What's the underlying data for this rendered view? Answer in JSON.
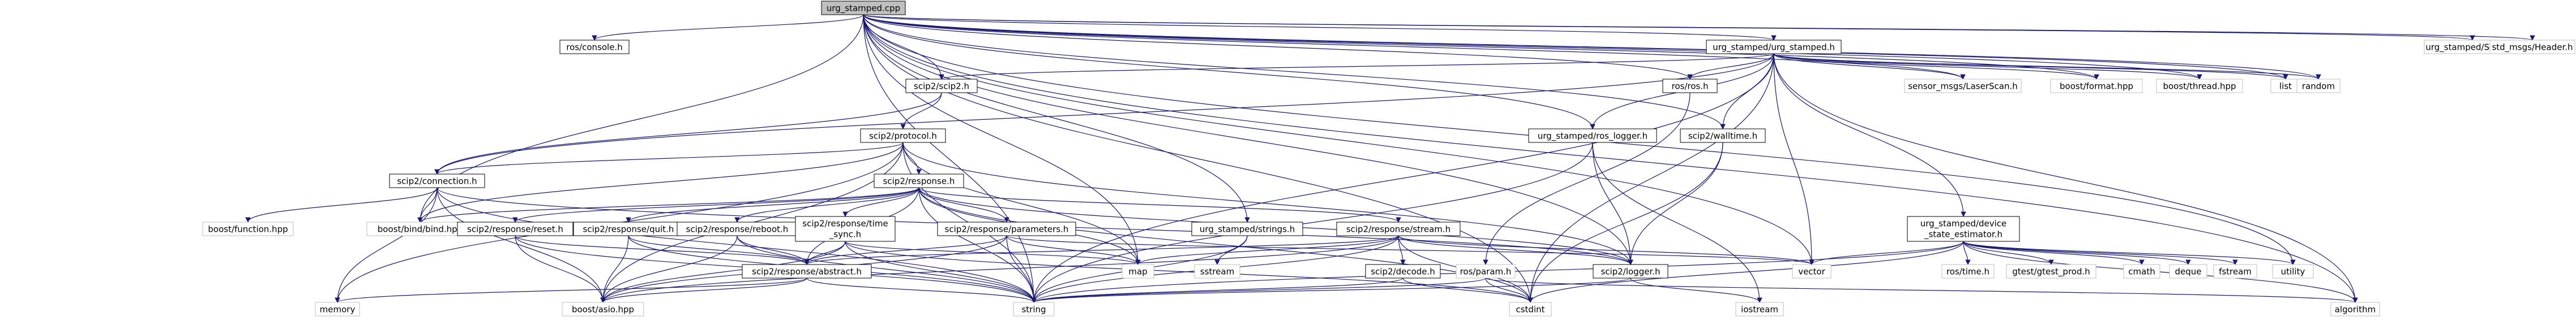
{
  "colors": {
    "root_fill": "#bfbfbf",
    "internal_fill": "#ffffff",
    "internal_stroke": "#000000",
    "system_stroke": "#bfbfbf",
    "edge": "#191970"
  },
  "nodes": [
    {
      "id": "root",
      "label": "urg_stamped.cpp",
      "kind": "root"
    },
    {
      "id": "rosconsole",
      "label": "ros/console.h",
      "kind": "internal"
    },
    {
      "id": "urg_stamped_h",
      "label": "urg_stamped/urg_stamped.h",
      "kind": "internal"
    },
    {
      "id": "scip2_h",
      "label": "scip2/scip2.h",
      "kind": "internal"
    },
    {
      "id": "scip2_protocol",
      "label": "scip2/protocol.h",
      "kind": "internal"
    },
    {
      "id": "scip2_connection",
      "label": "scip2/connection.h",
      "kind": "internal"
    },
    {
      "id": "scip2_response",
      "label": "scip2/response.h",
      "kind": "internal"
    },
    {
      "id": "ros_h",
      "label": "ros/ros.h",
      "kind": "internal"
    },
    {
      "id": "ros_logger",
      "label": "urg_stamped/ros_logger.h",
      "kind": "internal"
    },
    {
      "id": "walltime",
      "label": "scip2/walltime.h",
      "kind": "internal"
    },
    {
      "id": "laserscan",
      "label": "sensor_msgs/LaserScan.h",
      "kind": "system"
    },
    {
      "id": "boost_format",
      "label": "boost/format.hpp",
      "kind": "system"
    },
    {
      "id": "boost_thread",
      "label": "boost/thread.hpp",
      "kind": "system"
    },
    {
      "id": "list",
      "label": "list",
      "kind": "system"
    },
    {
      "id": "random",
      "label": "random",
      "kind": "system"
    },
    {
      "id": "status_h",
      "label": "urg_stamped/Status.h",
      "kind": "system"
    },
    {
      "id": "header_h",
      "label": "std_msgs/Header.h",
      "kind": "system"
    },
    {
      "id": "boost_function",
      "label": "boost/function.hpp",
      "kind": "system"
    },
    {
      "id": "boost_bind",
      "label": "boost/bind/bind.hpp",
      "kind": "system"
    },
    {
      "id": "reset_h",
      "label": "scip2/response/reset.h",
      "kind": "internal"
    },
    {
      "id": "quit_h",
      "label": "scip2/response/quit.h",
      "kind": "internal"
    },
    {
      "id": "reboot_h",
      "label": "scip2/response/reboot.h",
      "kind": "internal"
    },
    {
      "id": "time_sync_h",
      "label": "scip2/response/time_sync.h",
      "kind": "internal",
      "lines": [
        "scip2/response/time",
        "_sync.h"
      ]
    },
    {
      "id": "parameters_h",
      "label": "scip2/response/parameters.h",
      "kind": "internal"
    },
    {
      "id": "strings_h",
      "label": "urg_stamped/strings.h",
      "kind": "internal"
    },
    {
      "id": "stream_h",
      "label": "scip2/response/stream.h",
      "kind": "internal"
    },
    {
      "id": "device_state",
      "label": "urg_stamped/device_state_estimator.h",
      "kind": "internal",
      "lines": [
        "urg_stamped/device",
        "_state_estimator.h"
      ]
    },
    {
      "id": "abstract_h",
      "label": "scip2/response/abstract.h",
      "kind": "internal"
    },
    {
      "id": "map",
      "label": "map",
      "kind": "system"
    },
    {
      "id": "sstream",
      "label": "sstream",
      "kind": "system"
    },
    {
      "id": "decode_h",
      "label": "scip2/decode.h",
      "kind": "internal"
    },
    {
      "id": "param_h",
      "label": "ros/param.h",
      "kind": "system"
    },
    {
      "id": "logger_h",
      "label": "scip2/logger.h",
      "kind": "internal"
    },
    {
      "id": "vector",
      "label": "vector",
      "kind": "system"
    },
    {
      "id": "ros_time",
      "label": "ros/time.h",
      "kind": "system"
    },
    {
      "id": "gtest_prod",
      "label": "gtest/gtest_prod.h",
      "kind": "system"
    },
    {
      "id": "cmath",
      "label": "cmath",
      "kind": "system"
    },
    {
      "id": "deque",
      "label": "deque",
      "kind": "system"
    },
    {
      "id": "fstream",
      "label": "fstream",
      "kind": "system"
    },
    {
      "id": "utility",
      "label": "utility",
      "kind": "system"
    },
    {
      "id": "memory",
      "label": "memory",
      "kind": "system"
    },
    {
      "id": "boost_asio",
      "label": "boost/asio.hpp",
      "kind": "system"
    },
    {
      "id": "string",
      "label": "string",
      "kind": "system"
    },
    {
      "id": "cstdint",
      "label": "cstdint",
      "kind": "system"
    },
    {
      "id": "iostream",
      "label": "iostream",
      "kind": "system"
    },
    {
      "id": "algorithm",
      "label": "algorithm",
      "kind": "system"
    }
  ],
  "edges": [
    [
      "root",
      "rosconsole"
    ],
    [
      "root",
      "urg_stamped_h"
    ],
    [
      "root",
      "scip2_h"
    ],
    [
      "root",
      "boost_bind"
    ],
    [
      "root",
      "ros_h"
    ],
    [
      "root",
      "ros_logger"
    ],
    [
      "root",
      "walltime"
    ],
    [
      "root",
      "laserscan"
    ],
    [
      "root",
      "boost_format"
    ],
    [
      "root",
      "boost_thread"
    ],
    [
      "root",
      "list"
    ],
    [
      "root",
      "random"
    ],
    [
      "root",
      "status_h"
    ],
    [
      "root",
      "header_h"
    ],
    [
      "root",
      "strings_h"
    ],
    [
      "root",
      "map"
    ],
    [
      "root",
      "string"
    ],
    [
      "root",
      "vector"
    ],
    [
      "root",
      "algorithm"
    ],
    [
      "root",
      "utility"
    ],
    [
      "root",
      "cstdint"
    ],
    [
      "root",
      "logger_h"
    ],
    [
      "urg_stamped_h",
      "scip2_h"
    ],
    [
      "urg_stamped_h",
      "ros_h"
    ],
    [
      "urg_stamped_h",
      "ros_logger"
    ],
    [
      "urg_stamped_h",
      "walltime"
    ],
    [
      "urg_stamped_h",
      "laserscan"
    ],
    [
      "urg_stamped_h",
      "boost_format"
    ],
    [
      "urg_stamped_h",
      "boost_thread"
    ],
    [
      "urg_stamped_h",
      "list"
    ],
    [
      "urg_stamped_h",
      "random"
    ],
    [
      "urg_stamped_h",
      "device_state"
    ],
    [
      "urg_stamped_h",
      "vector"
    ],
    [
      "urg_stamped_h",
      "string"
    ],
    [
      "urg_stamped_h",
      "scip2_connection"
    ],
    [
      "urg_stamped_h",
      "algorithm"
    ],
    [
      "urg_stamped_h",
      "cstdint"
    ],
    [
      "scip2_h",
      "scip2_protocol"
    ],
    [
      "scip2_h",
      "scip2_connection"
    ],
    [
      "scip2_protocol",
      "scip2_connection"
    ],
    [
      "scip2_protocol",
      "scip2_response"
    ],
    [
      "scip2_protocol",
      "boost_bind"
    ],
    [
      "scip2_protocol",
      "map"
    ],
    [
      "scip2_protocol",
      "string"
    ],
    [
      "scip2_protocol",
      "logger_h"
    ],
    [
      "scip2_protocol",
      "memory"
    ],
    [
      "scip2_protocol",
      "boost_asio"
    ],
    [
      "scip2_connection",
      "boost_function"
    ],
    [
      "scip2_connection",
      "boost_bind"
    ],
    [
      "scip2_connection",
      "boost_asio"
    ],
    [
      "scip2_connection",
      "memory"
    ],
    [
      "scip2_connection",
      "string"
    ],
    [
      "scip2_connection",
      "logger_h"
    ],
    [
      "scip2_response",
      "reset_h"
    ],
    [
      "scip2_response",
      "quit_h"
    ],
    [
      "scip2_response",
      "reboot_h"
    ],
    [
      "scip2_response",
      "time_sync_h"
    ],
    [
      "scip2_response",
      "parameters_h"
    ],
    [
      "scip2_response",
      "stream_h"
    ],
    [
      "scip2_response",
      "abstract_h"
    ],
    [
      "scip2_response",
      "boost_bind"
    ],
    [
      "scip2_response",
      "map"
    ],
    [
      "scip2_response",
      "string"
    ],
    [
      "scip2_response",
      "logger_h"
    ],
    [
      "scip2_response",
      "cstdint"
    ],
    [
      "reset_h",
      "abstract_h"
    ],
    [
      "reset_h",
      "string"
    ],
    [
      "reset_h",
      "boost_asio"
    ],
    [
      "quit_h",
      "abstract_h"
    ],
    [
      "quit_h",
      "string"
    ],
    [
      "quit_h",
      "boost_asio"
    ],
    [
      "reboot_h",
      "abstract_h"
    ],
    [
      "reboot_h",
      "string"
    ],
    [
      "reboot_h",
      "boost_asio"
    ],
    [
      "time_sync_h",
      "abstract_h"
    ],
    [
      "time_sync_h",
      "string"
    ],
    [
      "time_sync_h",
      "boost_asio"
    ],
    [
      "time_sync_h",
      "cstdint"
    ],
    [
      "time_sync_h",
      "map"
    ],
    [
      "parameters_h",
      "abstract_h"
    ],
    [
      "parameters_h",
      "map"
    ],
    [
      "parameters_h",
      "string"
    ],
    [
      "parameters_h",
      "boost_asio"
    ],
    [
      "parameters_h",
      "vector"
    ],
    [
      "stream_h",
      "abstract_h"
    ],
    [
      "stream_h",
      "decode_h"
    ],
    [
      "stream_h",
      "logger_h"
    ],
    [
      "stream_h",
      "map"
    ],
    [
      "stream_h",
      "string"
    ],
    [
      "stream_h",
      "vector"
    ],
    [
      "stream_h",
      "cstdint"
    ],
    [
      "stream_h",
      "boost_asio"
    ],
    [
      "abstract_h",
      "boost_asio"
    ],
    [
      "abstract_h",
      "memory"
    ],
    [
      "abstract_h",
      "string"
    ],
    [
      "decode_h",
      "string"
    ],
    [
      "decode_h",
      "cstdint"
    ],
    [
      "strings_h",
      "string"
    ],
    [
      "strings_h",
      "sstream"
    ],
    [
      "ros_h",
      "param_h"
    ],
    [
      "param_h",
      "string"
    ],
    [
      "param_h",
      "cstdint"
    ],
    [
      "param_h",
      "algorithm"
    ],
    [
      "ros_logger",
      "logger_h"
    ],
    [
      "ros_logger",
      "iostream"
    ],
    [
      "ros_logger",
      "string"
    ],
    [
      "walltime",
      "cstdint"
    ],
    [
      "walltime",
      "logger_h"
    ],
    [
      "logger_h",
      "string"
    ],
    [
      "logger_h",
      "iostream"
    ],
    [
      "device_state",
      "ros_time"
    ],
    [
      "device_state",
      "gtest_prod"
    ],
    [
      "device_state",
      "cmath"
    ],
    [
      "device_state",
      "deque"
    ],
    [
      "device_state",
      "fstream"
    ],
    [
      "device_state",
      "utility"
    ],
    [
      "device_state",
      "vector"
    ],
    [
      "device_state",
      "algorithm"
    ],
    [
      "device_state",
      "string"
    ],
    [
      "device_state",
      "cstdint"
    ]
  ]
}
